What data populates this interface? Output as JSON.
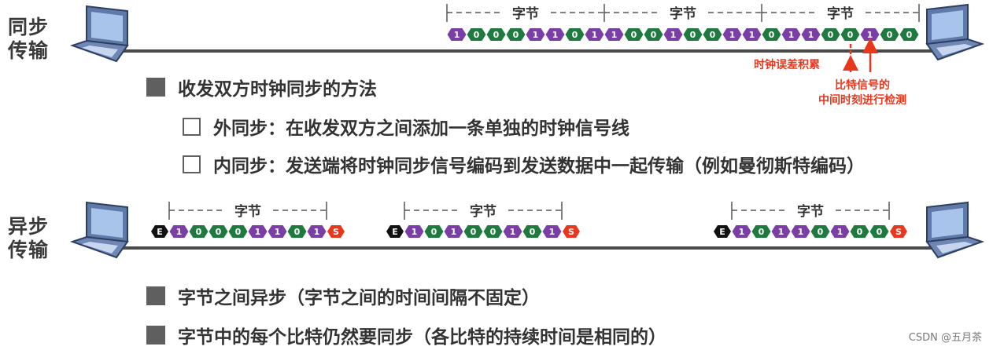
{
  "sync": {
    "label_line1": "同步",
    "label_line2": "传输",
    "byte_label": "字节",
    "bits": [
      "1",
      "0",
      "0",
      "0",
      "1",
      "1",
      "0",
      "1",
      "1",
      "0",
      "0",
      "1",
      "0",
      "0",
      "1",
      "1",
      "0",
      "1",
      "1",
      "0",
      "0",
      "1",
      "0",
      "0"
    ],
    "annotation_drift": "时钟误差积累",
    "annotation_detect_line1": "比特信号的",
    "annotation_detect_line2": "中间时刻进行检测",
    "heading": "收发双方时钟同步的方法",
    "sub1": "外同步：在收发双方之间添加一条单独的时钟信号线",
    "sub2": "内同步：发送端将时钟同步信号编码到发送数据中一起传输（例如曼彻斯特编码）"
  },
  "async": {
    "label_line1": "异步",
    "label_line2": "传输",
    "byte_label": "字节",
    "start_marker": "E",
    "stop_marker": "S",
    "frames": [
      [
        "1",
        "0",
        "0",
        "0",
        "1",
        "1",
        "0",
        "1"
      ],
      [
        "1",
        "0",
        "1",
        "0",
        "0",
        "1",
        "0",
        "1"
      ],
      [
        "1",
        "0",
        "1",
        "1",
        "0",
        "1",
        "0",
        "0"
      ]
    ],
    "bullet1": "字节之间异步（字节之间的时间间隔不固定）",
    "bullet2": "字节中的每个比特仍然要同步（各比特的持续时间是相同的）"
  },
  "watermark": "CSDN @五月茶",
  "colors": {
    "bit_one": "#7a3ea6",
    "bit_zero": "#1f7a3f",
    "marker_end": "#111111",
    "marker_start": "#e8371c",
    "annotation": "#e8371c",
    "line": "#4a4a4a"
  }
}
